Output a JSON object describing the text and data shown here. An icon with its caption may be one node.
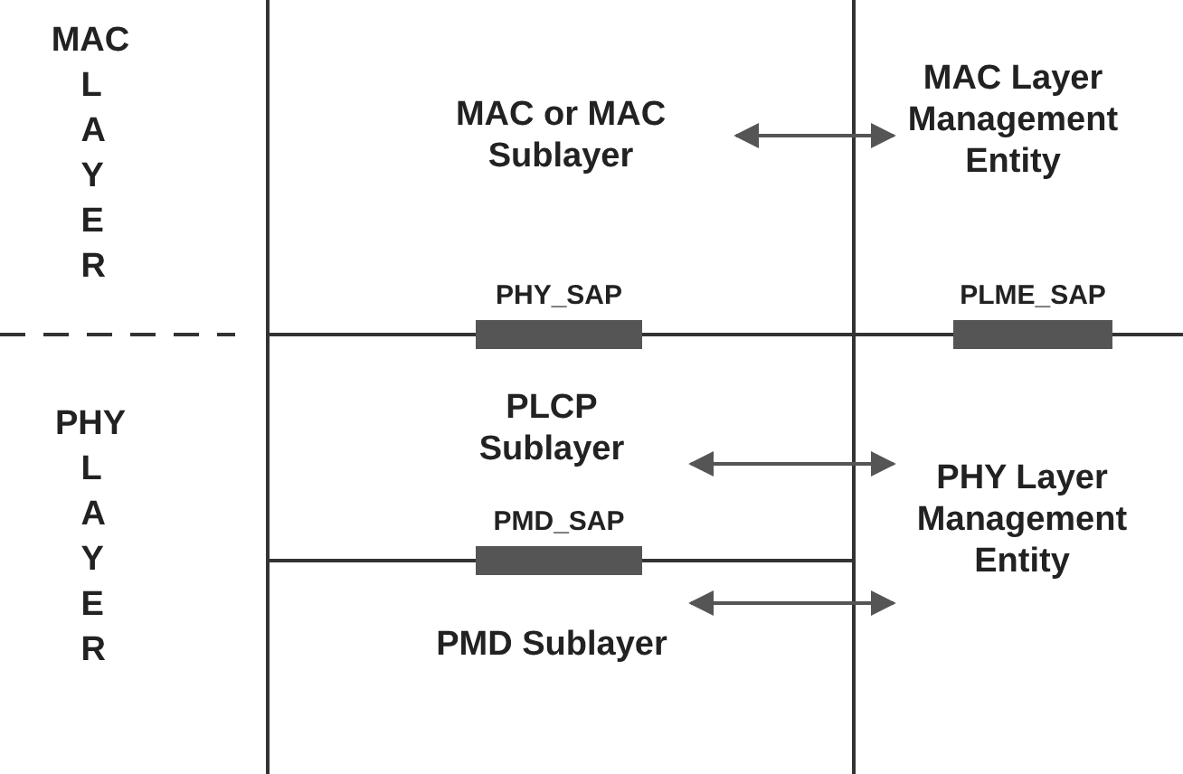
{
  "diagram": {
    "nodes": [
      {
        "text": [
          "MAC or MAC Sublayer"
        ]
      },
      {
        "text": [
          "MAC Layer Management Entity"
        ]
      },
      {
        "text": [
          "PHY_SAP"
        ]
      },
      {
        "text": [
          "PLME_SAP"
        ]
      },
      {
        "text": [
          "PLCP Sublayer"
        ]
      },
      {
        "text": [
          "PMD_SAP"
        ]
      },
      {
        "text": [
          "PMD Sublayer"
        ]
      },
      {
        "text": [
          "PHY Layer Management Entity"
        ]
      }
    ],
    "edges": [
      {
        "from": 0,
        "to": 1,
        "arrow": "both"
      },
      {
        "from": 4,
        "to": 7,
        "arrow": "both"
      },
      {
        "from": 6,
        "to": 7,
        "arrow": "both"
      }
    ],
    "labels": [
      "MAC LAYER",
      "PHY LAYER"
    ]
  }
}
